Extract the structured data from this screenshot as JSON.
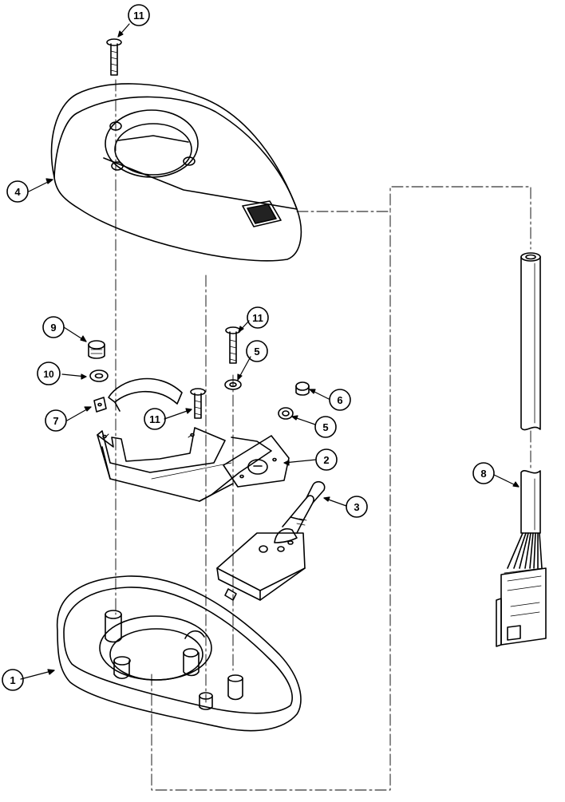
{
  "callouts": {
    "c11_top": "11",
    "c4": "4",
    "c9": "9",
    "c10": "10",
    "c7": "7",
    "c11_mid_right": "11",
    "c5_upper": "5",
    "c6": "6",
    "c5_lower": "5",
    "c11_mid_left": "11",
    "c2": "2",
    "c3": "3",
    "c1": "1",
    "c8": "8"
  }
}
